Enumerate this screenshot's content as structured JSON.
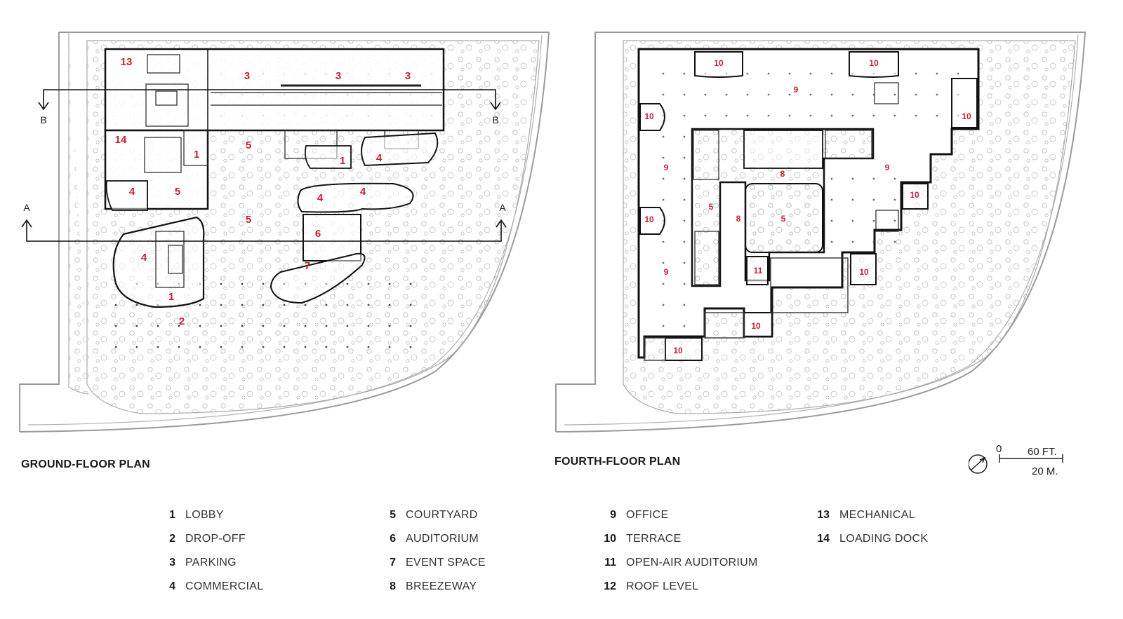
{
  "titles": {
    "ground": "GROUND-FLOOR PLAN",
    "fourth": "FOURTH-FLOOR PLAN"
  },
  "section_markers": [
    "A",
    "B"
  ],
  "scale": {
    "zero": "0",
    "feet": "60 FT.",
    "meters": "20 M."
  },
  "legend": [
    {
      "num": "1",
      "label": "LOBBY"
    },
    {
      "num": "2",
      "label": "DROP-OFF"
    },
    {
      "num": "3",
      "label": "PARKING"
    },
    {
      "num": "4",
      "label": "COMMERCIAL"
    },
    {
      "num": "5",
      "label": "COURTYARD"
    },
    {
      "num": "6",
      "label": "AUDITORIUM"
    },
    {
      "num": "7",
      "label": "EVENT SPACE"
    },
    {
      "num": "8",
      "label": "BREEZEWAY"
    },
    {
      "num": "9",
      "label": "OFFICE"
    },
    {
      "num": "10",
      "label": "TERRACE"
    },
    {
      "num": "11",
      "label": "OPEN-AIR AUDITORIUM"
    },
    {
      "num": "12",
      "label": "ROOF LEVEL"
    },
    {
      "num": "13",
      "label": "MECHANICAL"
    },
    {
      "num": "14",
      "label": "LOADING DOCK"
    }
  ],
  "ground_labels": [
    "13",
    "3",
    "3",
    "3",
    "14",
    "1",
    "5",
    "1",
    "4",
    "4",
    "5",
    "4",
    "4",
    "5",
    "6",
    "4",
    "7",
    "1",
    "2"
  ],
  "fourth_labels": [
    "10",
    "10",
    "9",
    "10",
    "10",
    "9",
    "9",
    "8",
    "5",
    "8",
    "5",
    "10",
    "10",
    "9",
    "11",
    "10",
    "10",
    "10"
  ],
  "colors": {
    "room_number": "#c8202f",
    "line": "#222222",
    "site_line": "#9a9a9a",
    "vegetation": "#b7bcc0"
  }
}
